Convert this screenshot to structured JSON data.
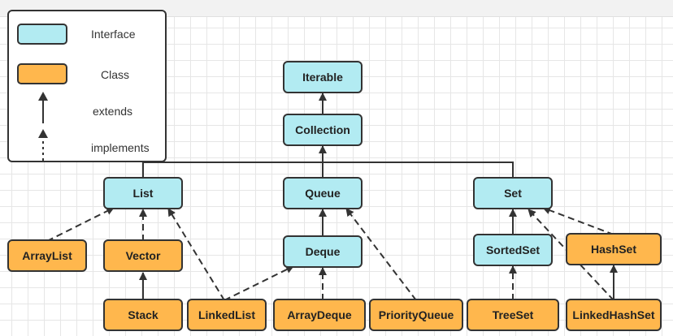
{
  "legend": {
    "interface_label": "Interface",
    "class_label": "Class",
    "extends_label": "extends",
    "implements_label": "implements"
  },
  "nodes": {
    "iterable": "Iterable",
    "collection": "Collection",
    "list": "List",
    "queue": "Queue",
    "set": "Set",
    "deque": "Deque",
    "sortedset": "SortedSet",
    "hashset": "HashSet",
    "arraylist": "ArrayList",
    "vector": "Vector",
    "stack": "Stack",
    "linkedlist": "LinkedList",
    "arraydeque": "ArrayDeque",
    "priorityqueue": "PriorityQueue",
    "treeset": "TreeSet",
    "linkedhashset": "LinkedHashSet"
  },
  "colors": {
    "interface": "#b2ebf2",
    "class": "#ffb74d",
    "stroke": "#333333"
  }
}
